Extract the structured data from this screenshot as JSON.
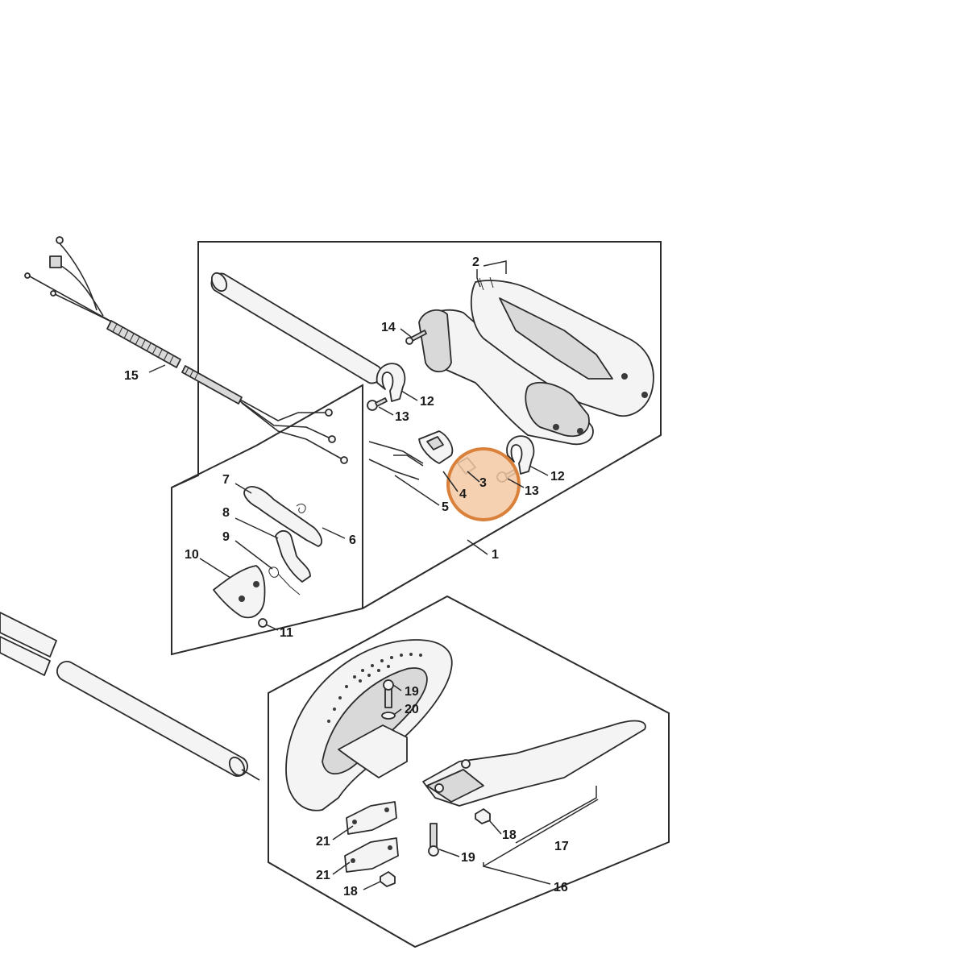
{
  "highlight": {
    "color": "#d9803b",
    "fill": "#f3c9a3"
  },
  "labels": {
    "l1": "1",
    "l2": "2",
    "l3": "3",
    "l4": "4",
    "l5": "5",
    "l6": "6",
    "l7": "7",
    "l8": "8",
    "l9": "9",
    "l10": "10",
    "l11": "11",
    "l12a": "12",
    "l12b": "12",
    "l13a": "13",
    "l13b": "13",
    "l14": "14",
    "l15": "15",
    "l16": "16",
    "l17": "17",
    "l18a": "18",
    "l18b": "18",
    "l19a": "19",
    "l19b": "19",
    "l20": "20",
    "l21a": "21",
    "l21b": "21"
  }
}
